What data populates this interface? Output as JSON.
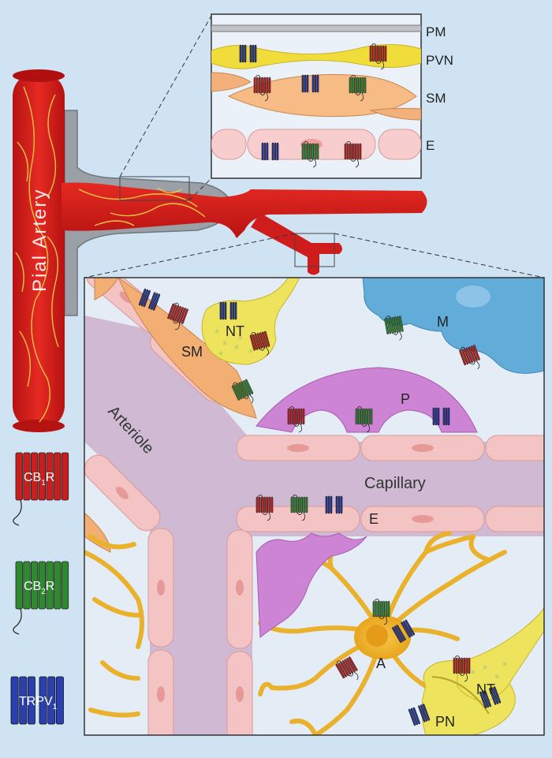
{
  "colors": {
    "background": "#cfe3f3",
    "artery_red": "#d91c1c",
    "nerve_yellow": "#e8d33a",
    "cb1_red": "#c81e1e",
    "cb2_green": "#2f8a2f",
    "trpv1_blue": "#2a3fb0",
    "smooth_muscle_orange": "#f2b27a",
    "endothelium_pink": "#f6c7c7",
    "pericyte_purple": "#c97fd0",
    "microglia_blue": "#5aa6d8",
    "astrocyte_gold": "#eab22c",
    "neuron_yellow": "#eee35c"
  },
  "artery": {
    "label": "Pial Artery"
  },
  "inset_top": {
    "layers": {
      "pm": "PM",
      "pvn": "PVN",
      "sm": "SM",
      "e": "E"
    },
    "icon": "receptor-cross-section-inset"
  },
  "inset_main": {
    "labels": {
      "sm": "SM",
      "nt_top": "NT",
      "m": "M",
      "p": "P",
      "arteriole": "Arteriole",
      "capillary": "Capillary",
      "e": "E",
      "a": "A",
      "nt_bottom": "NT",
      "pn": "PN"
    }
  },
  "legend": {
    "cb1": {
      "base": "CB",
      "sub": "1",
      "tail": "R",
      "color": "#c81e1e"
    },
    "cb2": {
      "base": "CB",
      "sub": "2",
      "tail": "R",
      "color": "#2f8a2f"
    },
    "trpv1": {
      "base": "TRPV",
      "sub": "1",
      "tail": "",
      "color": "#2a3fb0"
    }
  }
}
